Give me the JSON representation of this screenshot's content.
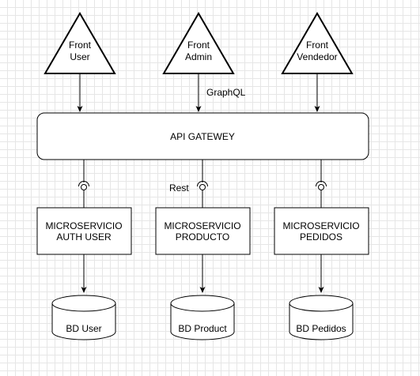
{
  "fronts": [
    {
      "line1": "Front",
      "line2": "User"
    },
    {
      "line1": "Front",
      "line2": "Admin"
    },
    {
      "line1": "Front",
      "line2": "Vendedor"
    }
  ],
  "graphql_label": "GraphQL",
  "gateway_label": "API GATEWEY",
  "rest_label": "Rest",
  "microservices": [
    {
      "line1": "MICROSERVICIO",
      "line2": "AUTH USER"
    },
    {
      "line1": "MICROSERVICIO",
      "line2": "PRODUCTO"
    },
    {
      "line1": "MICROSERVICIO",
      "line2": "PEDIDOS"
    }
  ],
  "databases": [
    {
      "label": "BD User"
    },
    {
      "label": "BD Product"
    },
    {
      "label": "BD Pedidos"
    }
  ]
}
